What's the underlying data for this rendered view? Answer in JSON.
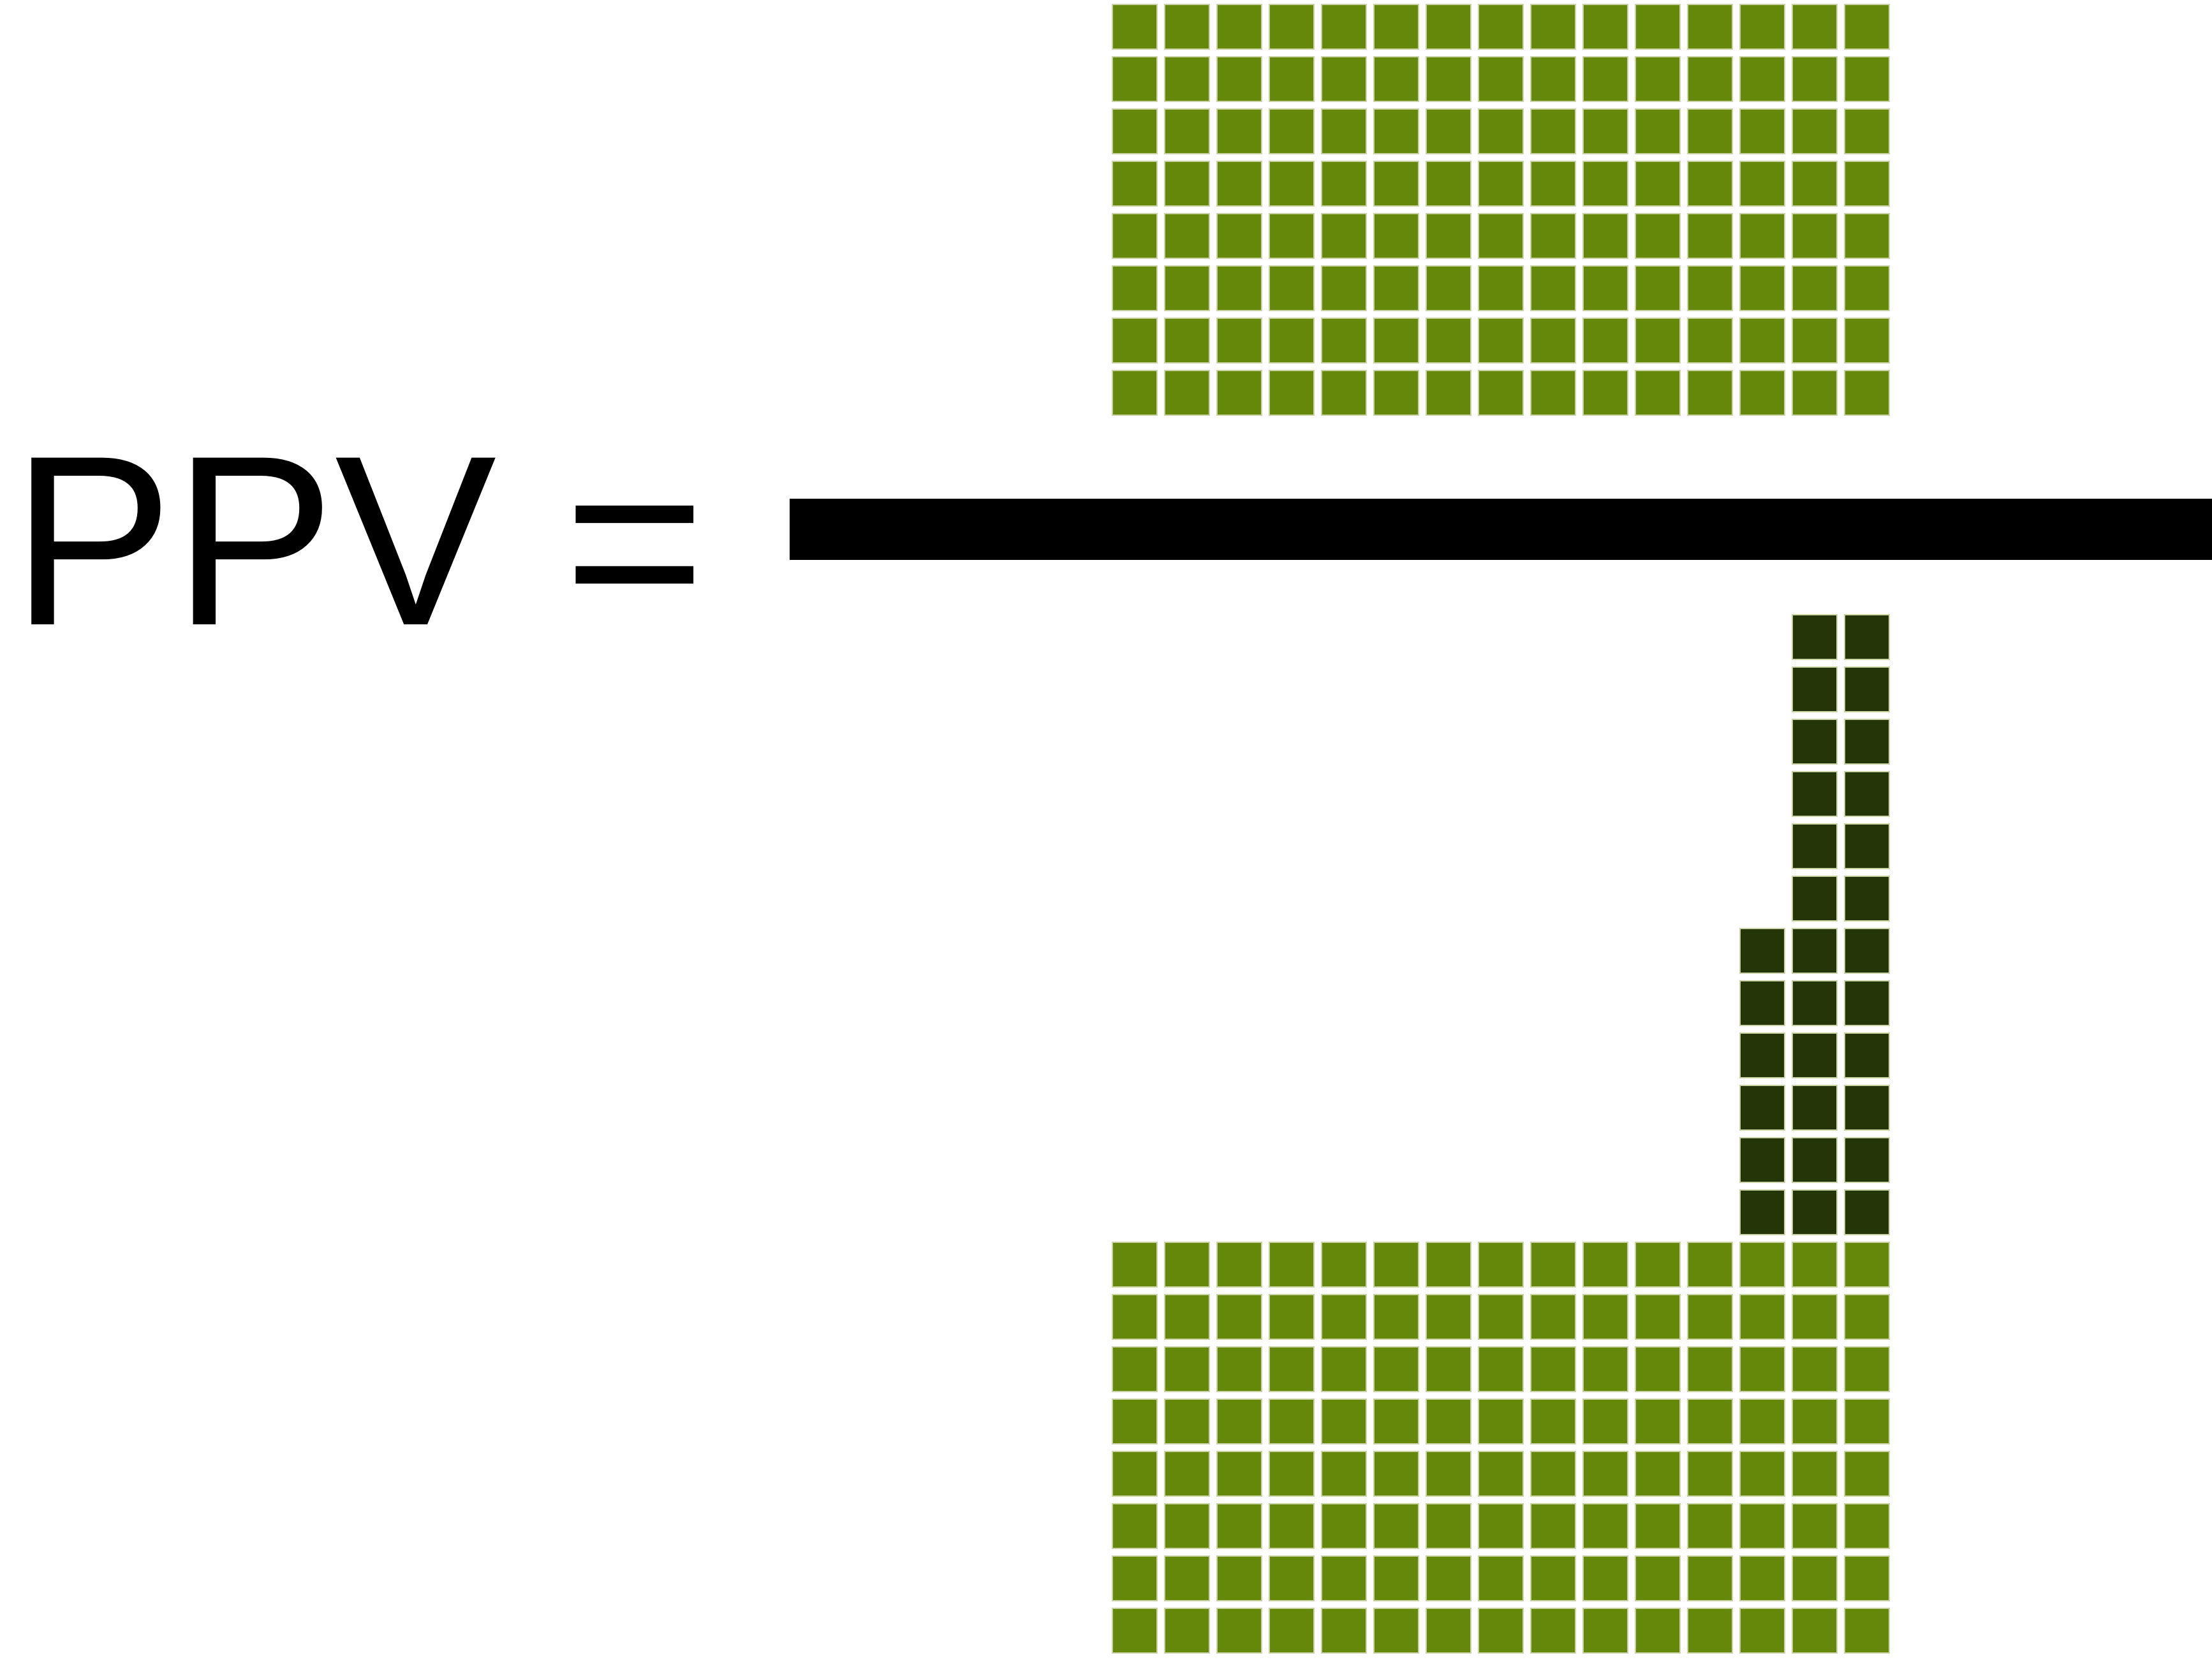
{
  "formula": {
    "label": "PPV ="
  },
  "legend_colors": {
    "true_positive": "#65880a",
    "false_positive": "#243607",
    "cell_border": "#c9d3a6"
  },
  "numerator": {
    "kind": "true_positive",
    "columns": 15,
    "rows": 8,
    "count": 120
  },
  "denominator": {
    "true_positive": {
      "columns": 15,
      "rows": 8,
      "count": 120
    },
    "false_positive": {
      "count": 30,
      "stack_column_counts": [
        6,
        12,
        12
      ]
    },
    "total": 150
  }
}
